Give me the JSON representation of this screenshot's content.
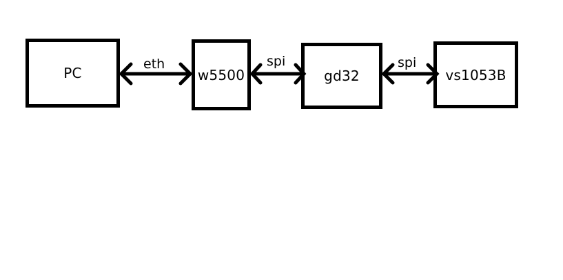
{
  "diagram": {
    "nodes": [
      {
        "id": "pc",
        "label": "PC"
      },
      {
        "id": "w5500",
        "label": "w5500"
      },
      {
        "id": "gd32",
        "label": "gd32"
      },
      {
        "id": "vs1053b",
        "label": "vs1053B"
      }
    ],
    "edges": [
      {
        "from": "pc",
        "to": "w5500",
        "label": "eth",
        "direction": "bidirectional"
      },
      {
        "from": "w5500",
        "to": "gd32",
        "label": "spi",
        "direction": "bidirectional"
      },
      {
        "from": "gd32",
        "to": "vs1053b",
        "label": "spi",
        "direction": "bidirectional"
      }
    ],
    "colors": {
      "stroke": "#000000",
      "background": "#ffffff"
    }
  }
}
